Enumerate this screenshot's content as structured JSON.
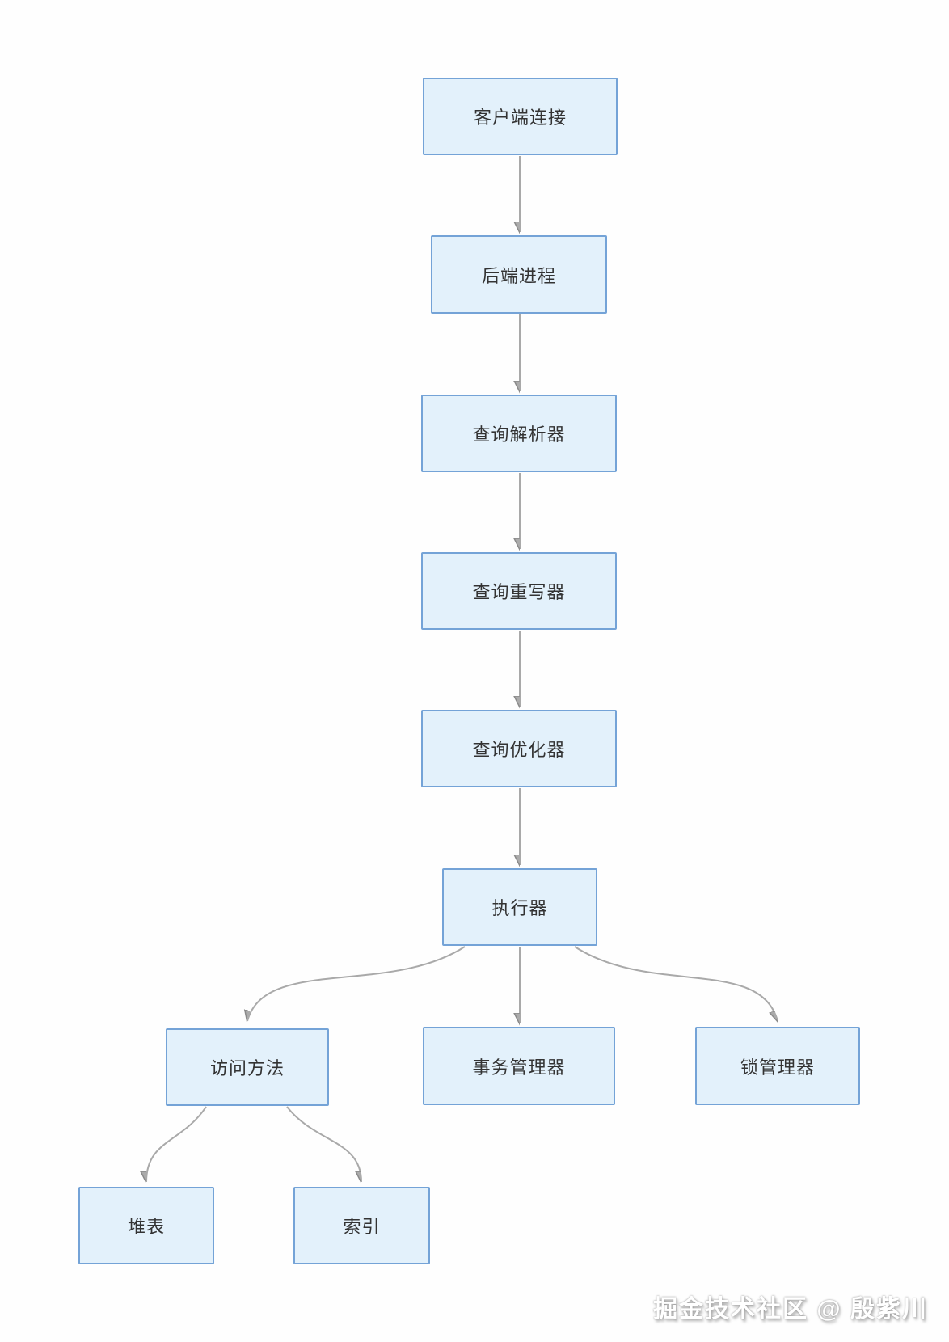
{
  "diagram": {
    "type": "flowchart",
    "nodes": {
      "client": {
        "label": "客户端连接"
      },
      "backend": {
        "label": "后端进程"
      },
      "parser": {
        "label": "查询解析器"
      },
      "rewriter": {
        "label": "查询重写器"
      },
      "optimizer": {
        "label": "查询优化器"
      },
      "executor": {
        "label": "执行器"
      },
      "access": {
        "label": "访问方法"
      },
      "txn": {
        "label": "事务管理器"
      },
      "lock": {
        "label": "锁管理器"
      },
      "heap": {
        "label": "堆表"
      },
      "index": {
        "label": "索引"
      }
    },
    "edges": [
      {
        "from": "client",
        "to": "backend"
      },
      {
        "from": "backend",
        "to": "parser"
      },
      {
        "from": "parser",
        "to": "rewriter"
      },
      {
        "from": "rewriter",
        "to": "optimizer"
      },
      {
        "from": "optimizer",
        "to": "executor"
      },
      {
        "from": "executor",
        "to": "access"
      },
      {
        "from": "executor",
        "to": "txn"
      },
      {
        "from": "executor",
        "to": "lock"
      },
      {
        "from": "access",
        "to": "heap"
      },
      {
        "from": "access",
        "to": "index"
      }
    ],
    "colors": {
      "node_fill": "#e3f1fb",
      "node_border": "#74a3d7",
      "arrow": "#a9a9a9",
      "arrowhead_fill": "#ababab",
      "arrowhead_stroke": "#8a8a8a",
      "text": "#333333",
      "background": "#fefefe"
    },
    "watermark": "掘金技术社区 @ 殷紫川"
  }
}
